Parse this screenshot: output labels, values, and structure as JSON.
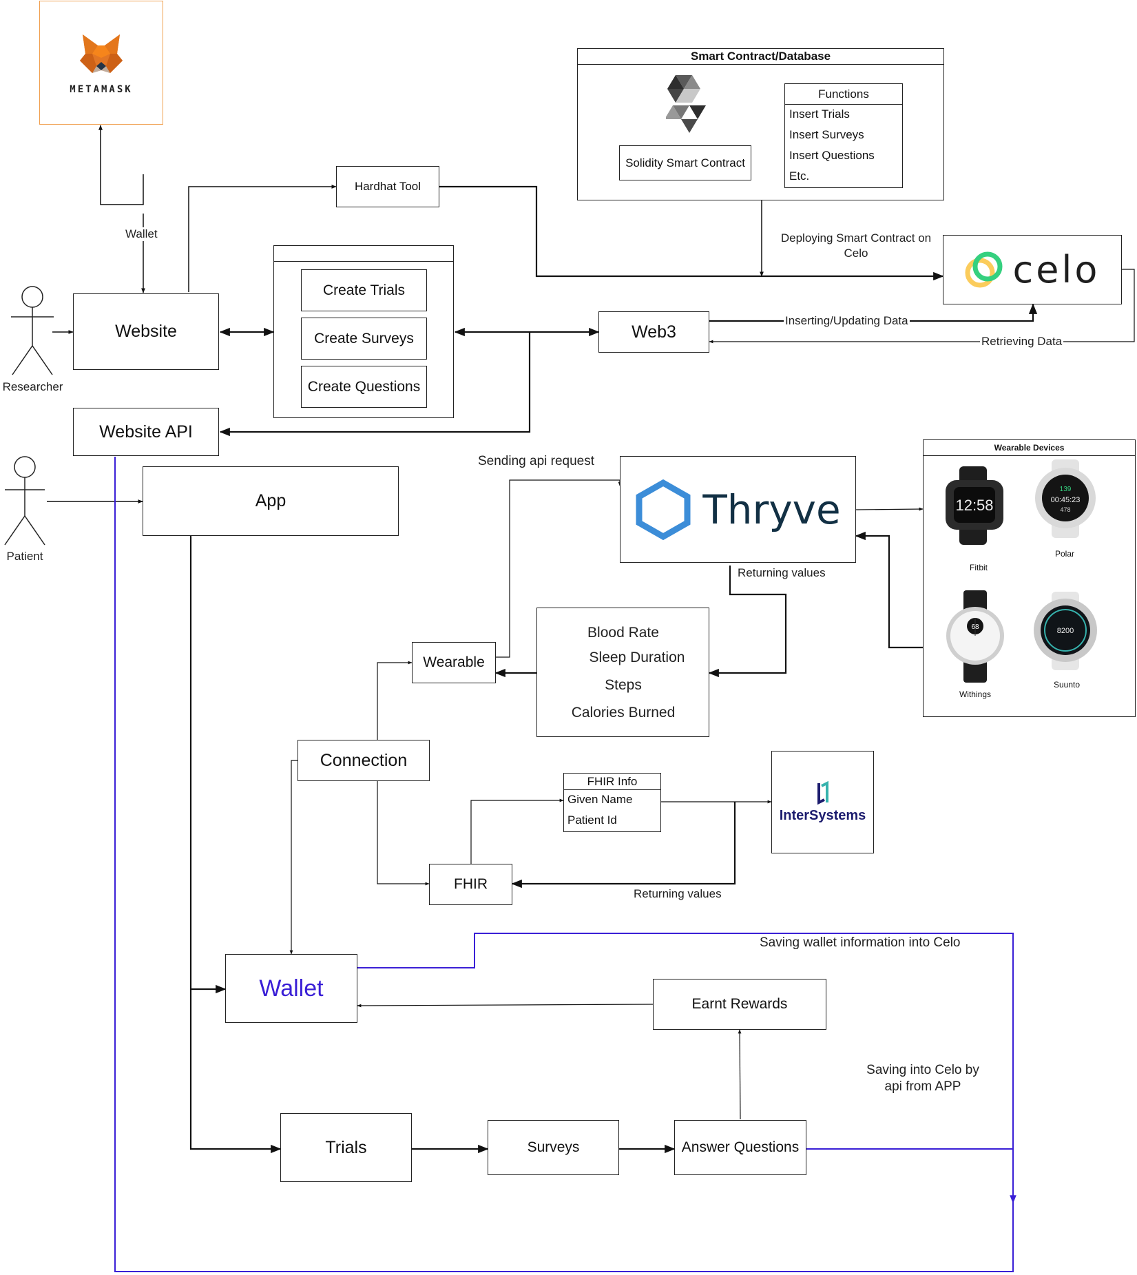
{
  "colors": {
    "stroke": "#111111",
    "blue": "#3a1fd6",
    "metamask_border": "#f0a050",
    "celo_green": "#35d07f",
    "celo_gold": "#fbcc5c",
    "thryve_blue": "#3c8dd8",
    "thryve_text": "#123044",
    "intersystems_navy": "#1c1c6e",
    "intersystems_teal": "#36b2ad"
  },
  "metamask": {
    "label": "METAMASK",
    "icon": "fox-icon"
  },
  "smart_contract": {
    "title": "Smart Contract/Database",
    "solidity_label": "Solidity Smart Contract",
    "solidity_icon": "solidity-logo-icon",
    "functions": {
      "header": "Functions",
      "items": [
        "Insert Trials",
        "Insert Surveys",
        "Insert Questions",
        "Etc."
      ]
    }
  },
  "nodes": {
    "hardhat": "Hardhat Tool",
    "website": "Website",
    "website_api": "Website API",
    "create_trials": "Create Trials",
    "create_surveys": "Create Surveys",
    "create_questions": "Create Questions",
    "web3": "Web3",
    "celo": "celo",
    "app": "App",
    "thryve": "Thryve",
    "wearable": "Wearable",
    "connection": "Connection",
    "fhir": "FHIR",
    "wallet": "Wallet",
    "earnt_rewards": "Earnt Rewards",
    "trials": "Trials",
    "surveys": "Surveys",
    "answer_questions": "Answer Questions",
    "intersystems": "InterSystems"
  },
  "metrics": [
    "Blood Rate",
    "Sleep Duration",
    "Steps",
    "Calories Burned"
  ],
  "fhir_info": {
    "header": "FHIR Info",
    "rows": [
      "Given Name",
      "Patient Id"
    ]
  },
  "wearable_devices": {
    "title": "Wearable Devices",
    "devices": [
      {
        "name": "Fitbit",
        "icon": "fitbit-watch-icon",
        "time": "12:58"
      },
      {
        "name": "Polar",
        "icon": "polar-watch-icon",
        "time": "00:45:23"
      },
      {
        "name": "Withings",
        "icon": "withings-watch-icon",
        "time": "68"
      },
      {
        "name": "Suunto",
        "icon": "suunto-watch-icon",
        "time": "8200"
      }
    ]
  },
  "actors": {
    "researcher": "Researcher",
    "patient": "Patient"
  },
  "labels": {
    "wallet_link": "Wallet",
    "deploying": [
      "Deploying Smart Contract on",
      "Celo"
    ],
    "inserting": "Inserting/Updating Data",
    "retrieving": "Retrieving Data",
    "sending_api": "Sending api request",
    "returning_values_thryve": "Returning values",
    "returning_values_fhir": "Returning values",
    "saving_wallet": "Saving wallet information into Celo",
    "saving_celo_app": [
      "Saving into Celo by",
      "api from APP"
    ]
  }
}
